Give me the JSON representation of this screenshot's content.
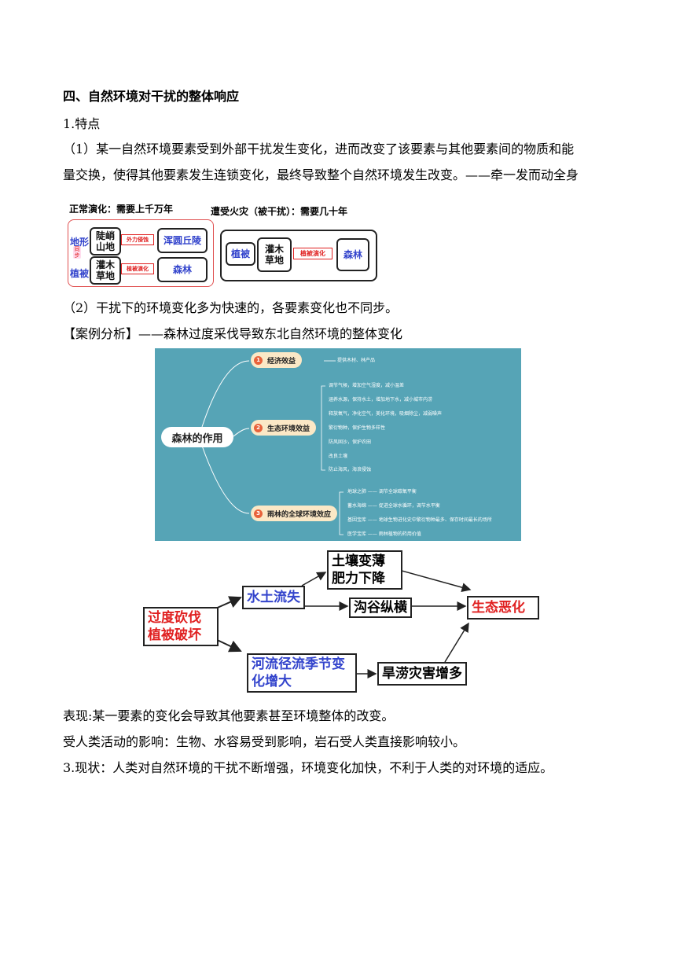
{
  "section_title": "四、自然环境对干扰的整体响应",
  "point1": "1.特点",
  "para1_line1": "（1）某一自然环境要素受到外部干扰发生变化，进而改变了该要素与其他要素间的物质和能",
  "para1_line2": "量交换，使得其他要素发生连锁变化，最终导致整个自然环境发生改变。——牵一发而动全身",
  "diagram1": {
    "left_title": "正常演化：需要上千万年",
    "row_label_terrain": "地形",
    "row_label_veg": "植被",
    "sync_label": "同步",
    "steep": "陡峭\n山地",
    "external": "外力侵蚀",
    "hills": "浑圆丘陵",
    "shrub": "灌木\n草地",
    "veg_evolve": "植被演化",
    "forest": "森林",
    "right_title": "遭受火灾（被干扰）：需要几十年",
    "right_veg": "植被",
    "right_shrub": "灌木\n草地",
    "right_evolve": "植被演化",
    "right_forest": "森林"
  },
  "para2": "（2）干扰下的环境变化多为快速的，各要素变化也不同步。",
  "case_title": "【案例分析】——森林过度采伐导致东北自然环境的整体变化",
  "mindmap": {
    "center": "森林的作用",
    "nodes": [
      {
        "num": "1",
        "label": "经济效益",
        "items": [
          "提供木材、林产品"
        ]
      },
      {
        "num": "2",
        "label": "生态环境效益",
        "items": [
          "调节气候，增加空气湿度，减小温差",
          "涵养水源，保持水土，增加地下水，减小城市内涝",
          "释放氧气，净化空气，美化环境，吸烟除尘，减弱噪声",
          "繁衍物种，保护生物多样性",
          "防风固沙，保护农田",
          "改良土壤",
          "防止海风，海浪侵蚀"
        ]
      },
      {
        "num": "3",
        "label": "雨林的全球环境效应",
        "items": [
          "地球之肺 —— 调节全球碳氧平衡",
          "蓄水海绵 —— 促进全球水循环，调节水平衡",
          "基因宝库 —— 地球生物进化史中繁衍物种最多、保存时间最长的场所",
          "医学宝库 —— 雨林植物的药用价值"
        ]
      }
    ]
  },
  "flow": {
    "cause": "过度砍伐\n植被破坏",
    "erosion": "水土流失",
    "soil": "土壤变薄\n肥力下降",
    "gully": "沟谷纵横",
    "river": "河流径流季节变\n化增大",
    "disaster": "旱涝灾害增多",
    "result": "生态恶化",
    "colors": {
      "red": "#e02020",
      "blue": "#3344cc"
    }
  },
  "line_performance": "表现:某一要素的变化会导致其他要素甚至环境整体的改变。",
  "line_human": "受人类活动的影响：生物、水容易受到影响，岩石受人类直接影响较小。",
  "line_status": "3.现状：人类对自然环境的干扰不断增强，环境变化加快，不利于人类的对环境的适应。"
}
